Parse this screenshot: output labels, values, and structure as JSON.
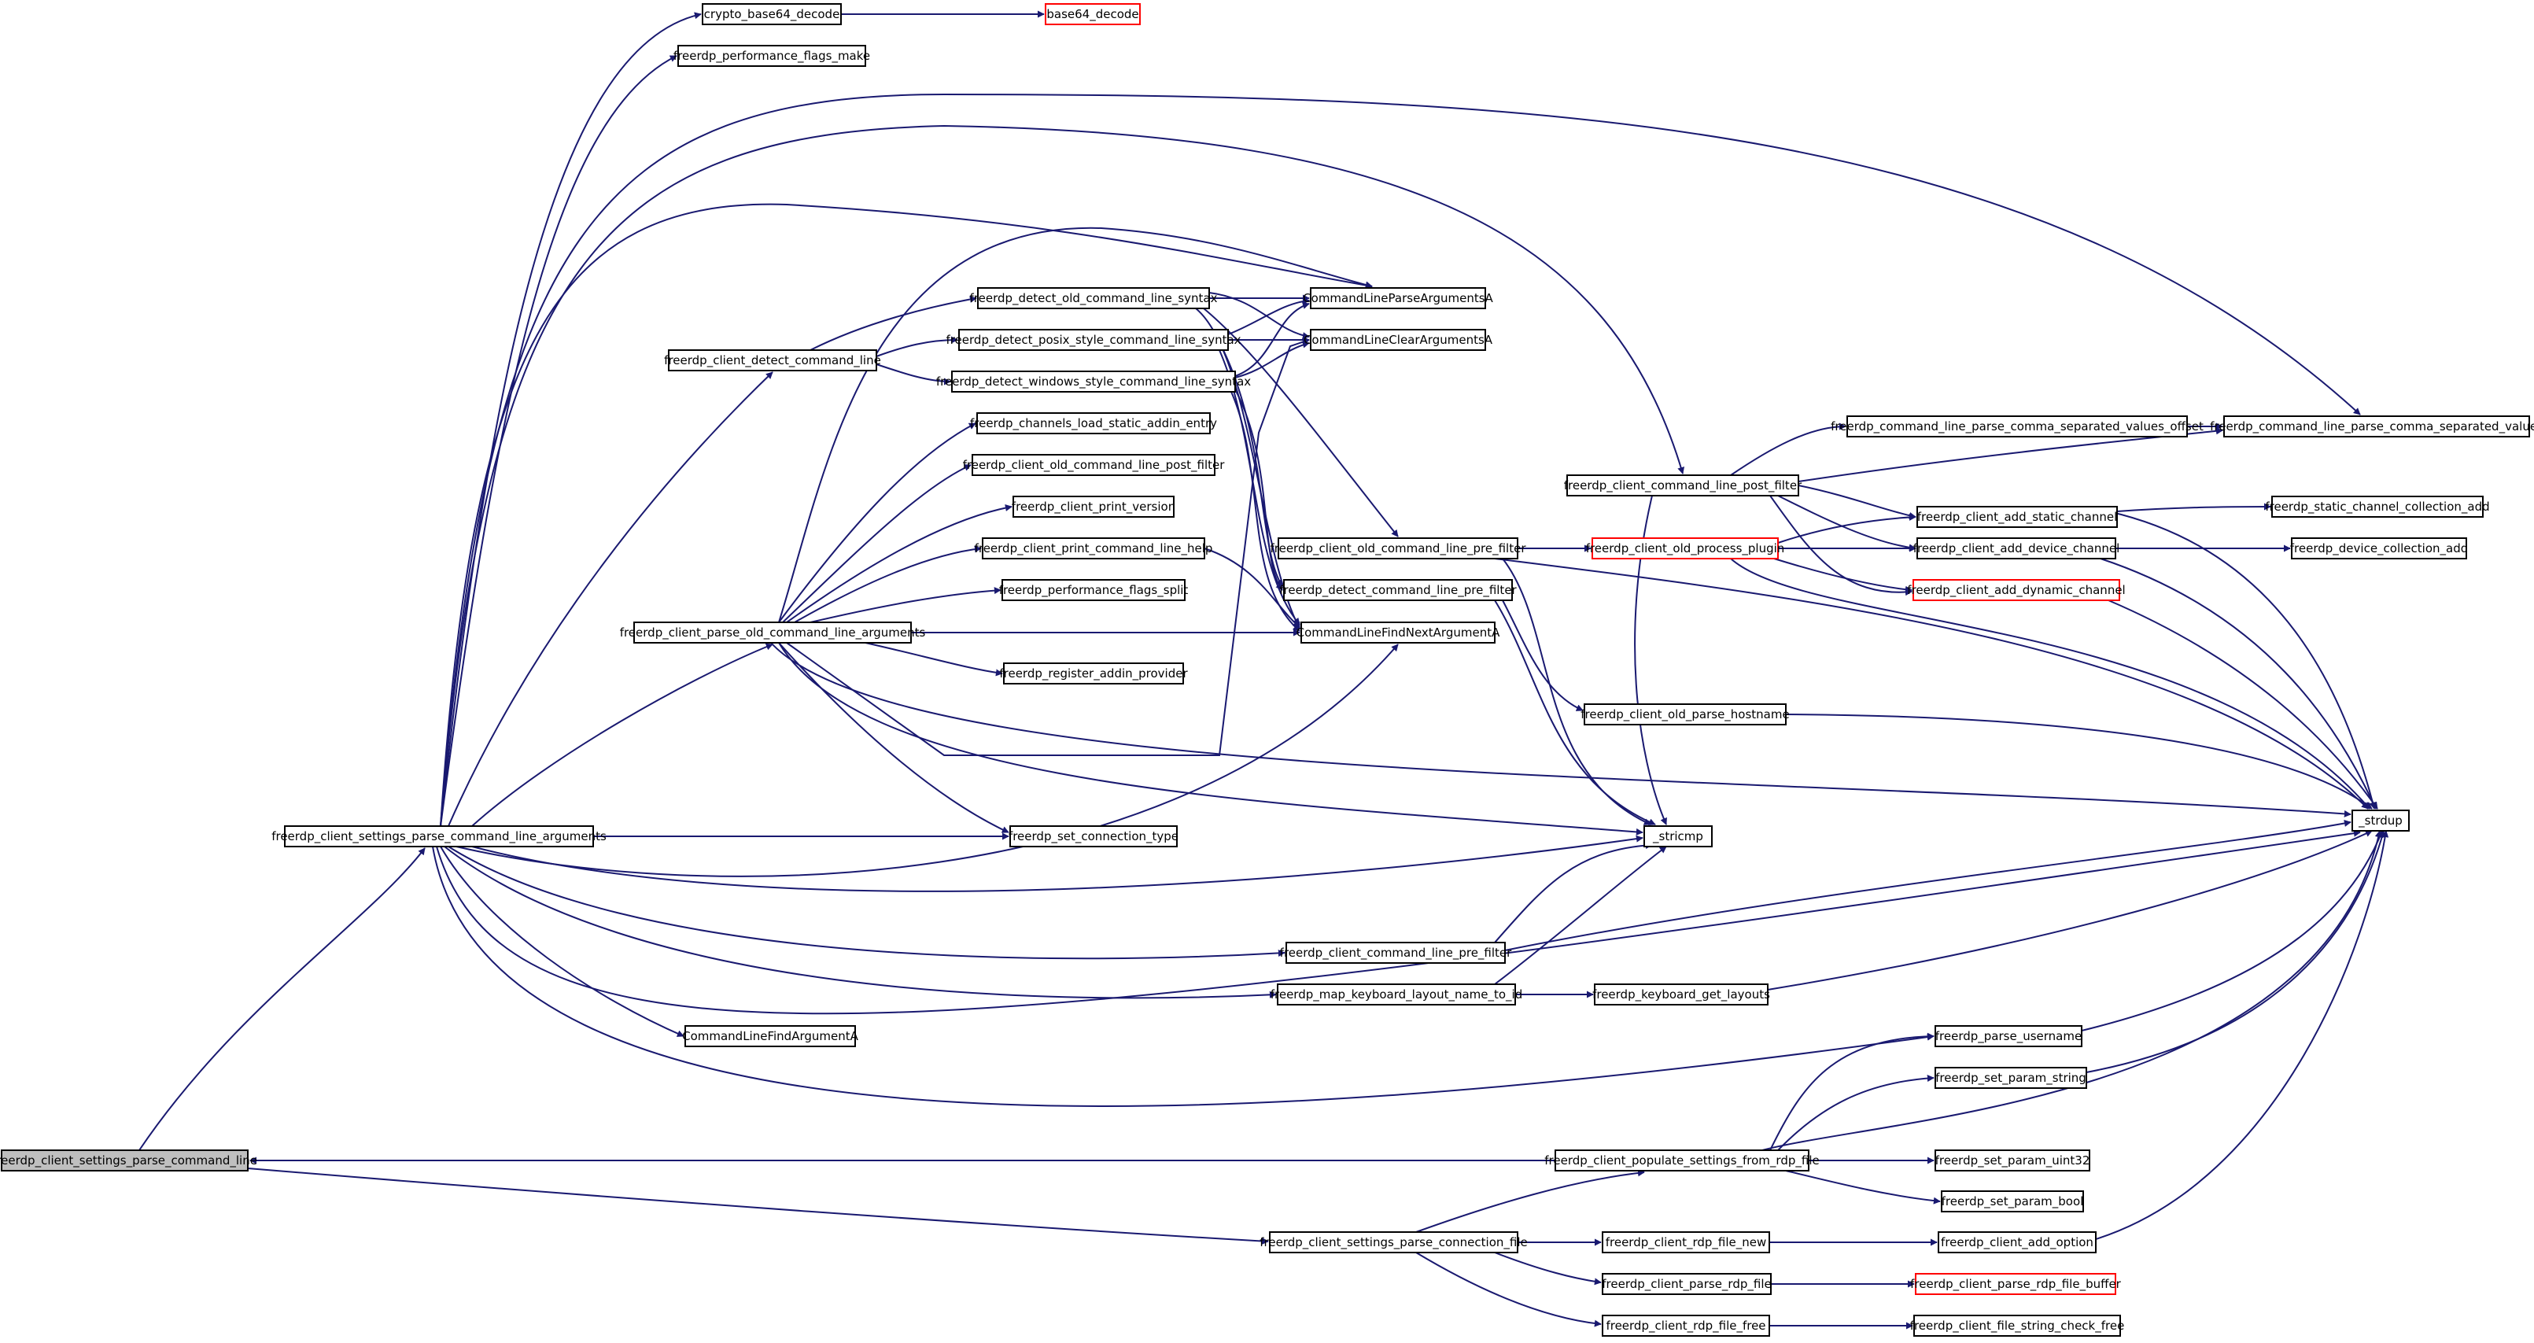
{
  "diagram": {
    "type": "call-graph",
    "colors": {
      "edge": "#191970",
      "node_border": "#000000",
      "node_border_truncated": "#ff0000",
      "node_fill": "#ffffff",
      "root_fill": "#bfbfbf"
    },
    "nodes": [
      {
        "id": "root",
        "label": "freerdp_client_settings_parse_command_line",
        "kind": "root"
      },
      {
        "id": "parse_args",
        "label": "freerdp_client_settings_parse_command_line_arguments",
        "kind": "normal"
      },
      {
        "id": "parse_conn",
        "label": "freerdp_client_settings_parse_connection_file",
        "kind": "normal"
      },
      {
        "id": "populate",
        "label": "freerdp_client_populate_settings_from_rdp_file",
        "kind": "normal"
      },
      {
        "id": "crypto_b64",
        "label": "crypto_base64_decode",
        "kind": "normal"
      },
      {
        "id": "b64",
        "label": "base64_decode",
        "kind": "truncated"
      },
      {
        "id": "perf_make",
        "label": "freerdp_performance_flags_make",
        "kind": "normal"
      },
      {
        "id": "detect_cl",
        "label": "freerdp_client_detect_command_line",
        "kind": "normal"
      },
      {
        "id": "detect_old",
        "label": "freerdp_detect_old_command_line_syntax",
        "kind": "normal"
      },
      {
        "id": "detect_posix",
        "label": "freerdp_detect_posix_style_command_line_syntax",
        "kind": "normal"
      },
      {
        "id": "detect_win",
        "label": "freerdp_detect_windows_style_command_line_syntax",
        "kind": "normal"
      },
      {
        "id": "cl_parse",
        "label": "CommandLineParseArgumentsA",
        "kind": "normal"
      },
      {
        "id": "cl_clear",
        "label": "CommandLineClearArgumentsA",
        "kind": "normal"
      },
      {
        "id": "chan_static",
        "label": "freerdp_channels_load_static_addin_entry",
        "kind": "normal"
      },
      {
        "id": "old_post",
        "label": "freerdp_client_old_command_line_post_filter",
        "kind": "normal"
      },
      {
        "id": "print_ver",
        "label": "freerdp_client_print_version",
        "kind": "normal"
      },
      {
        "id": "print_help",
        "label": "freerdp_client_print_command_line_help",
        "kind": "normal"
      },
      {
        "id": "perf_split",
        "label": "freerdp_performance_flags_split",
        "kind": "normal"
      },
      {
        "id": "parse_old",
        "label": "freerdp_client_parse_old_command_line_arguments",
        "kind": "normal"
      },
      {
        "id": "reg_addin",
        "label": "freerdp_register_addin_provider",
        "kind": "normal"
      },
      {
        "id": "set_conn",
        "label": "freerdp_set_connection_type",
        "kind": "normal"
      },
      {
        "id": "old_pre",
        "label": "freerdp_client_old_command_line_pre_filter",
        "kind": "normal"
      },
      {
        "id": "detect_pre",
        "label": "freerdp_detect_command_line_pre_filter",
        "kind": "normal"
      },
      {
        "id": "cl_next",
        "label": "CommandLineFindNextArgumentA",
        "kind": "normal"
      },
      {
        "id": "old_proc",
        "label": "freerdp_client_old_process_plugin",
        "kind": "truncated"
      },
      {
        "id": "old_host",
        "label": "freerdp_client_old_parse_hostname",
        "kind": "normal"
      },
      {
        "id": "cl_post",
        "label": "freerdp_client_command_line_post_filter",
        "kind": "normal"
      },
      {
        "id": "csv_off",
        "label": "freerdp_command_line_parse_comma_separated_values_offset",
        "kind": "normal"
      },
      {
        "id": "csv",
        "label": "freerdp_command_line_parse_comma_separated_values",
        "kind": "normal"
      },
      {
        "id": "add_static",
        "label": "freerdp_client_add_static_channel",
        "kind": "normal"
      },
      {
        "id": "static_coll",
        "label": "freerdp_static_channel_collection_add",
        "kind": "normal"
      },
      {
        "id": "add_device",
        "label": "freerdp_client_add_device_channel",
        "kind": "normal"
      },
      {
        "id": "device_coll",
        "label": "freerdp_device_collection_add",
        "kind": "normal"
      },
      {
        "id": "add_dynamic",
        "label": "freerdp_client_add_dynamic_channel",
        "kind": "truncated"
      },
      {
        "id": "strdup",
        "label": "_strdup",
        "kind": "normal"
      },
      {
        "id": "stricmp",
        "label": "_stricmp",
        "kind": "normal"
      },
      {
        "id": "cl_pre",
        "label": "freerdp_client_command_line_pre_filter",
        "kind": "normal"
      },
      {
        "id": "map_kbd",
        "label": "freerdp_map_keyboard_layout_name_to_id",
        "kind": "normal"
      },
      {
        "id": "kbd_layouts",
        "label": "freerdp_keyboard_get_layouts",
        "kind": "normal"
      },
      {
        "id": "cl_find",
        "label": "CommandLineFindArgumentA",
        "kind": "normal"
      },
      {
        "id": "parse_user",
        "label": "freerdp_parse_username",
        "kind": "normal"
      },
      {
        "id": "set_str",
        "label": "freerdp_set_param_string",
        "kind": "normal"
      },
      {
        "id": "set_u32",
        "label": "freerdp_set_param_uint32",
        "kind": "normal"
      },
      {
        "id": "set_bool",
        "label": "freerdp_set_param_bool",
        "kind": "normal"
      },
      {
        "id": "rdp_new",
        "label": "freerdp_client_rdp_file_new",
        "kind": "normal"
      },
      {
        "id": "add_opt",
        "label": "freerdp_client_add_option",
        "kind": "normal"
      },
      {
        "id": "parse_rdp",
        "label": "freerdp_client_parse_rdp_file",
        "kind": "normal"
      },
      {
        "id": "parse_rdp_buf",
        "label": "freerdp_client_parse_rdp_file_buffer",
        "kind": "truncated"
      },
      {
        "id": "rdp_free",
        "label": "freerdp_client_rdp_file_free",
        "kind": "normal"
      },
      {
        "id": "str_free",
        "label": "freerdp_client_file_string_check_free",
        "kind": "normal"
      }
    ],
    "edges": [
      {
        "from": "root",
        "to": "parse_args"
      },
      {
        "from": "root",
        "to": "parse_conn"
      },
      {
        "from": "populate",
        "to": "root"
      },
      {
        "from": "parse_args",
        "to": "crypto_b64"
      },
      {
        "from": "crypto_b64",
        "to": "b64"
      },
      {
        "from": "parse_args",
        "to": "perf_make"
      },
      {
        "from": "parse_args",
        "to": "csv"
      },
      {
        "from": "parse_args",
        "to": "cl_post"
      },
      {
        "from": "parse_args",
        "to": "cl_parse"
      },
      {
        "from": "parse_args",
        "to": "detect_cl"
      },
      {
        "from": "parse_args",
        "to": "parse_old"
      },
      {
        "from": "parse_args",
        "to": "set_conn"
      },
      {
        "from": "parse_args",
        "to": "cl_next"
      },
      {
        "from": "parse_args",
        "to": "stricmp"
      },
      {
        "from": "parse_args",
        "to": "cl_pre"
      },
      {
        "from": "parse_args",
        "to": "map_kbd"
      },
      {
        "from": "parse_args",
        "to": "cl_find"
      },
      {
        "from": "parse_args",
        "to": "strdup"
      },
      {
        "from": "parse_args",
        "to": "parse_user"
      },
      {
        "from": "detect_cl",
        "to": "detect_old"
      },
      {
        "from": "detect_cl",
        "to": "detect_posix"
      },
      {
        "from": "detect_cl",
        "to": "detect_win"
      },
      {
        "from": "detect_old",
        "to": "cl_parse"
      },
      {
        "from": "detect_old",
        "to": "cl_clear"
      },
      {
        "from": "detect_old",
        "to": "old_pre"
      },
      {
        "from": "detect_old",
        "to": "cl_next"
      },
      {
        "from": "detect_posix",
        "to": "cl_parse"
      },
      {
        "from": "detect_posix",
        "to": "cl_clear"
      },
      {
        "from": "detect_posix",
        "to": "detect_pre"
      },
      {
        "from": "detect_posix",
        "to": "cl_next"
      },
      {
        "from": "detect_win",
        "to": "cl_parse"
      },
      {
        "from": "detect_win",
        "to": "cl_clear"
      },
      {
        "from": "detect_win",
        "to": "detect_pre"
      },
      {
        "from": "detect_win",
        "to": "cl_next"
      },
      {
        "from": "parse_old",
        "to": "chan_static"
      },
      {
        "from": "parse_old",
        "to": "old_post"
      },
      {
        "from": "parse_old",
        "to": "print_ver"
      },
      {
        "from": "parse_old",
        "to": "print_help"
      },
      {
        "from": "parse_old",
        "to": "perf_split"
      },
      {
        "from": "parse_old",
        "to": "cl_next"
      },
      {
        "from": "parse_old",
        "to": "reg_addin"
      },
      {
        "from": "parse_old",
        "to": "set_conn"
      },
      {
        "from": "parse_old",
        "to": "cl_parse"
      },
      {
        "from": "parse_old",
        "to": "cl_clear"
      },
      {
        "from": "parse_old",
        "to": "stricmp"
      },
      {
        "from": "parse_old",
        "to": "strdup"
      },
      {
        "from": "print_help",
        "to": "cl_next"
      },
      {
        "from": "old_pre",
        "to": "old_proc"
      },
      {
        "from": "old_pre",
        "to": "stricmp"
      },
      {
        "from": "old_pre",
        "to": "strdup"
      },
      {
        "from": "detect_pre",
        "to": "old_host"
      },
      {
        "from": "detect_pre",
        "to": "stricmp"
      },
      {
        "from": "old_proc",
        "to": "add_static"
      },
      {
        "from": "old_proc",
        "to": "add_device"
      },
      {
        "from": "old_proc",
        "to": "add_dynamic"
      },
      {
        "from": "old_proc",
        "to": "strdup"
      },
      {
        "from": "old_host",
        "to": "strdup"
      },
      {
        "from": "cl_post",
        "to": "csv_off"
      },
      {
        "from": "cl_post",
        "to": "csv"
      },
      {
        "from": "cl_post",
        "to": "add_static"
      },
      {
        "from": "cl_post",
        "to": "add_device"
      },
      {
        "from": "cl_post",
        "to": "add_dynamic"
      },
      {
        "from": "cl_post",
        "to": "stricmp"
      },
      {
        "from": "csv_off",
        "to": "csv"
      },
      {
        "from": "add_static",
        "to": "static_coll"
      },
      {
        "from": "add_static",
        "to": "strdup"
      },
      {
        "from": "add_device",
        "to": "device_coll"
      },
      {
        "from": "add_device",
        "to": "strdup"
      },
      {
        "from": "add_dynamic",
        "to": "strdup"
      },
      {
        "from": "cl_pre",
        "to": "stricmp"
      },
      {
        "from": "cl_pre",
        "to": "strdup"
      },
      {
        "from": "map_kbd",
        "to": "kbd_layouts"
      },
      {
        "from": "map_kbd",
        "to": "stricmp"
      },
      {
        "from": "kbd_layouts",
        "to": "strdup"
      },
      {
        "from": "populate",
        "to": "parse_user"
      },
      {
        "from": "populate",
        "to": "set_str"
      },
      {
        "from": "populate",
        "to": "set_u32"
      },
      {
        "from": "populate",
        "to": "set_bool"
      },
      {
        "from": "populate",
        "to": "strdup"
      },
      {
        "from": "parse_user",
        "to": "strdup"
      },
      {
        "from": "set_str",
        "to": "strdup"
      },
      {
        "from": "parse_conn",
        "to": "populate"
      },
      {
        "from": "parse_conn",
        "to": "rdp_new"
      },
      {
        "from": "parse_conn",
        "to": "parse_rdp"
      },
      {
        "from": "parse_conn",
        "to": "rdp_free"
      },
      {
        "from": "rdp_new",
        "to": "add_opt"
      },
      {
        "from": "add_opt",
        "to": "strdup"
      },
      {
        "from": "parse_rdp",
        "to": "parse_rdp_buf"
      },
      {
        "from": "rdp_free",
        "to": "str_free"
      }
    ]
  }
}
